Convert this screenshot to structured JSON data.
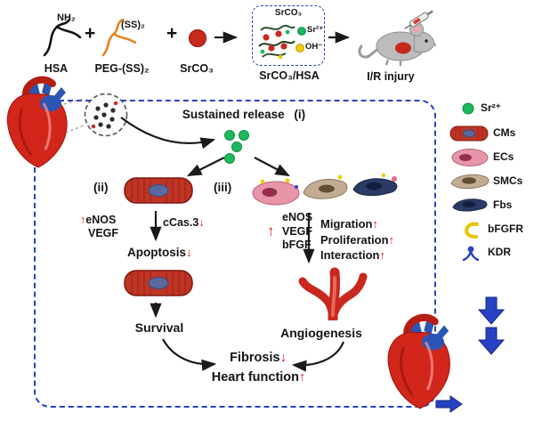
{
  "colors": {
    "blue": "#2742c4",
    "red": "#e31414",
    "green": "#1db95c",
    "yellow": "#f0cc00",
    "cm_red": "#c03425"
  },
  "synthesis": {
    "nh2_label": "NH₂",
    "plus_1": "+",
    "ss2_label": "(SS)₂",
    "plus_2": "+",
    "hsa_label": "HSA",
    "peg_label": "PEG-(SS)₂",
    "srco3_label": "SrCO₃",
    "box_srco3": "SrCO₃",
    "box_sr": "Sr²⁺",
    "box_oh": "OH⁻",
    "box_caption": "SrCO₃/HSA",
    "injury_label": "I/R injury"
  },
  "pathway": {
    "sustained_release": "Sustained release",
    "step_i": "(i)",
    "step_ii": "(ii)",
    "step_iii": "(iii)",
    "up": "↑",
    "down": "↓",
    "ccas": "cCas.3",
    "enos": "eNOS",
    "vegf": "VEGF",
    "bfgf": "bFGF",
    "apoptosis": "Apoptosis",
    "survival": "Survival",
    "migration": "Migration",
    "proliferation": "Proliferation",
    "interaction": "Interaction",
    "angiogenesis": "Angiogenesis",
    "fibrosis": "Fibrosis",
    "heart_function": "Heart function"
  },
  "legend": {
    "sr": "Sr²⁺",
    "cms": "CMs",
    "ecs": "ECs",
    "smcs": "SMCs",
    "fbs": "Fbs",
    "bfgfr": "bFGFR",
    "kdr": "KDR"
  }
}
